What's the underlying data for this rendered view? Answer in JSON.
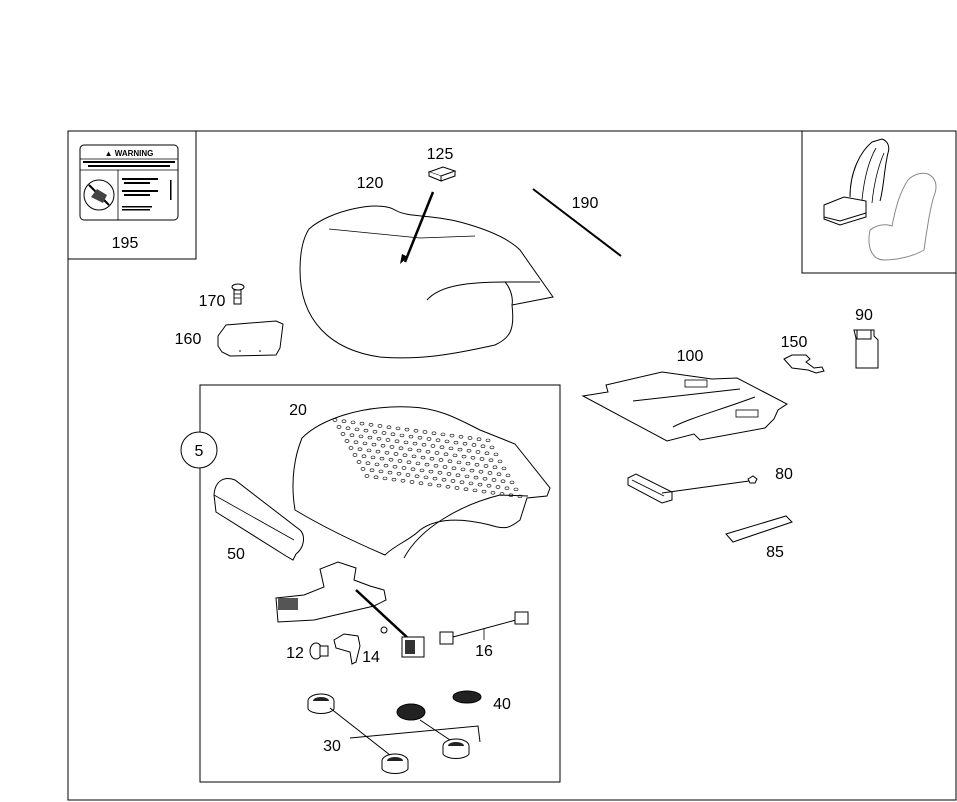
{
  "diagram": {
    "title": "Seat cushion parts diagram",
    "group_marker": "5",
    "callouts": {
      "p12": "12",
      "p14": "14",
      "p16": "16",
      "p20": "20",
      "p30": "30",
      "p40": "40",
      "p50": "50",
      "p80": "80",
      "p85": "85",
      "p90": "90",
      "p100": "100",
      "p120": "120",
      "p125": "125",
      "p150": "150",
      "p160": "160",
      "p170": "170",
      "p190": "190",
      "p195": "195"
    },
    "warning_label": {
      "heading": "▲ WARNING"
    }
  }
}
